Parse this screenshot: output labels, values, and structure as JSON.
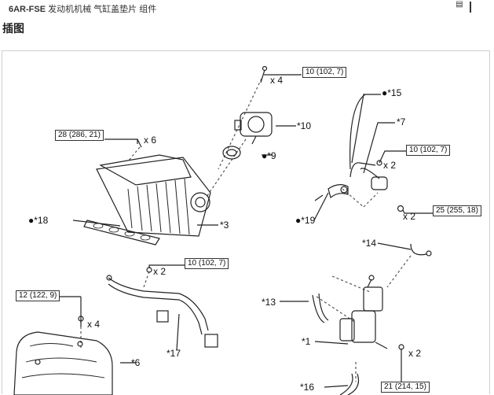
{
  "header": {
    "engine": "6AR-FSE",
    "crumbs": "发动机机械  气缸盖垫片  组件",
    "icon": "print-icon"
  },
  "section_title": "插图",
  "figure": {
    "torques": [
      "10 (102, 7)",
      "28 (286, 21)",
      "10 (102, 7)",
      "25 (255, 18)",
      "10 (102, 7)",
      "12 (122, 9)",
      "21 (214, 15)"
    ],
    "labels": [
      "x 4",
      "*10",
      "x 6",
      "●*9",
      "●*18",
      "*3",
      "●*15",
      "*7",
      "x 2",
      "●*19",
      "x 2",
      "x 2",
      "*14",
      "*13",
      "*1",
      "x 2",
      "x 4",
      "*17",
      "*6",
      "*16"
    ]
  }
}
